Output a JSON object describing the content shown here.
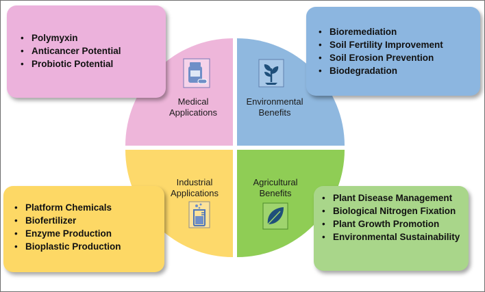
{
  "quadrants": {
    "medical": {
      "label_line1": "Medical",
      "label_line2": "Applications",
      "icon": "pill-bottle-icon",
      "color": "#eeb6da"
    },
    "environmental": {
      "label_line1": "Environmental",
      "label_line2": "Benefits",
      "icon": "seedling-icon",
      "color": "#8fb8df"
    },
    "industrial": {
      "label_line1": "Industrial",
      "label_line2": "Applications",
      "icon": "beaker-icon",
      "color": "#fdd96b"
    },
    "agricultural": {
      "label_line1": "Agricultural",
      "label_line2": "Benefits",
      "icon": "leaf-icon",
      "color": "#8fcd55"
    }
  },
  "boxes": {
    "medical": {
      "items": [
        "Polymyxin",
        "Anticancer Potential",
        "Probiotic Potential"
      ],
      "color": "#ecb2dc"
    },
    "environmental": {
      "items": [
        "Bioremediation",
        "Soil Fertility Improvement",
        "Soil Erosion Prevention",
        "Biodegradation"
      ],
      "color": "#8cb6e0"
    },
    "industrial": {
      "items": [
        "Platform Chemicals",
        "Biofertilizer",
        "Enzyme Production",
        "Bioplastic Production"
      ],
      "color": "#fdd865"
    },
    "agricultural": {
      "items": [
        "Plant Disease Management",
        "Biological Nitrogen Fixation",
        "Plant Growth Promotion",
        "Environmental Sustainability"
      ],
      "color": "#a9d68a"
    }
  }
}
